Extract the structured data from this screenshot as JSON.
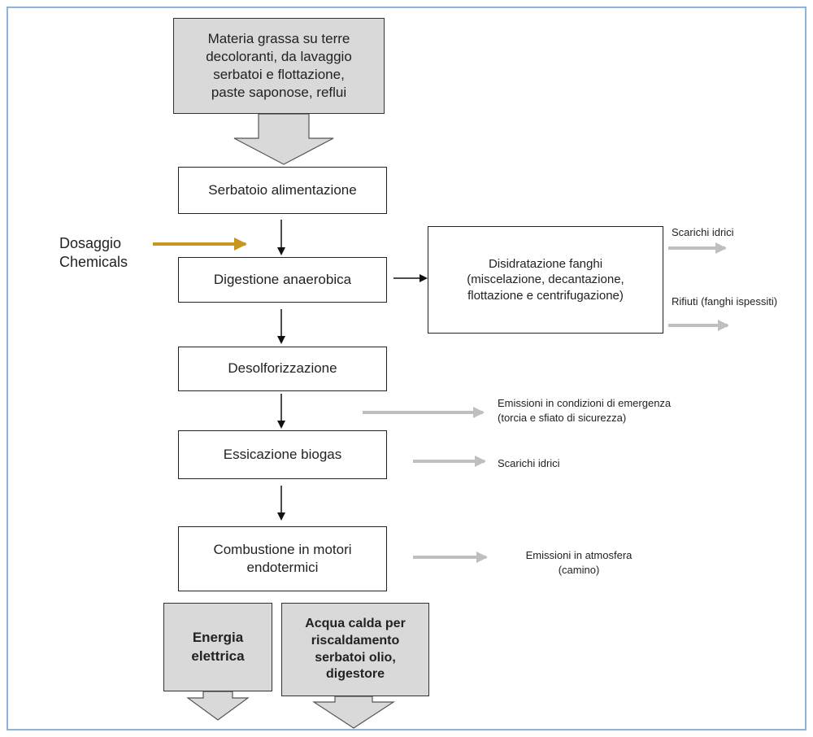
{
  "input": {
    "text": "Materia grassa su terre\ndecoloranti, da lavaggio\nserbatoi e flottazione,\npaste saponose, reflui"
  },
  "steps": {
    "feed_tank": "Serbatoio alimentazione",
    "digestion": "Digestione anaerobica",
    "desulfurization": "Desolforizzazione",
    "drying": "Essicazione biogas",
    "combustion": "Combustione in motori\nendotermici"
  },
  "dosing": {
    "text": "Dosaggio\nChemicals"
  },
  "sludge": {
    "text": "Disidratazione fanghi\n(miscelazione, decantazione,\nflottazione e centrifugazione)"
  },
  "side_outputs": {
    "sludge_water": "Scarichi idrici",
    "sludge_waste": "Rifiuti (fanghi ispessiti)",
    "emergency": "Emissioni in condizioni di emergenza\n(torcia e sfiato di sicurezza)",
    "drying_water": "Scarichi idrici",
    "atmosphere": "Emissioni in atmosfera\n(camino)"
  },
  "outputs": {
    "electricity": "Energia\nelettrica",
    "hot_water": "Acqua calda per\nriscaldamento\nserbatoi olio,\ndigestore"
  },
  "colors": {
    "dosing_arrow": "#c8961e",
    "side_arrow": "#bfbfbf",
    "box_fill_gray": "#d9d9d9"
  }
}
